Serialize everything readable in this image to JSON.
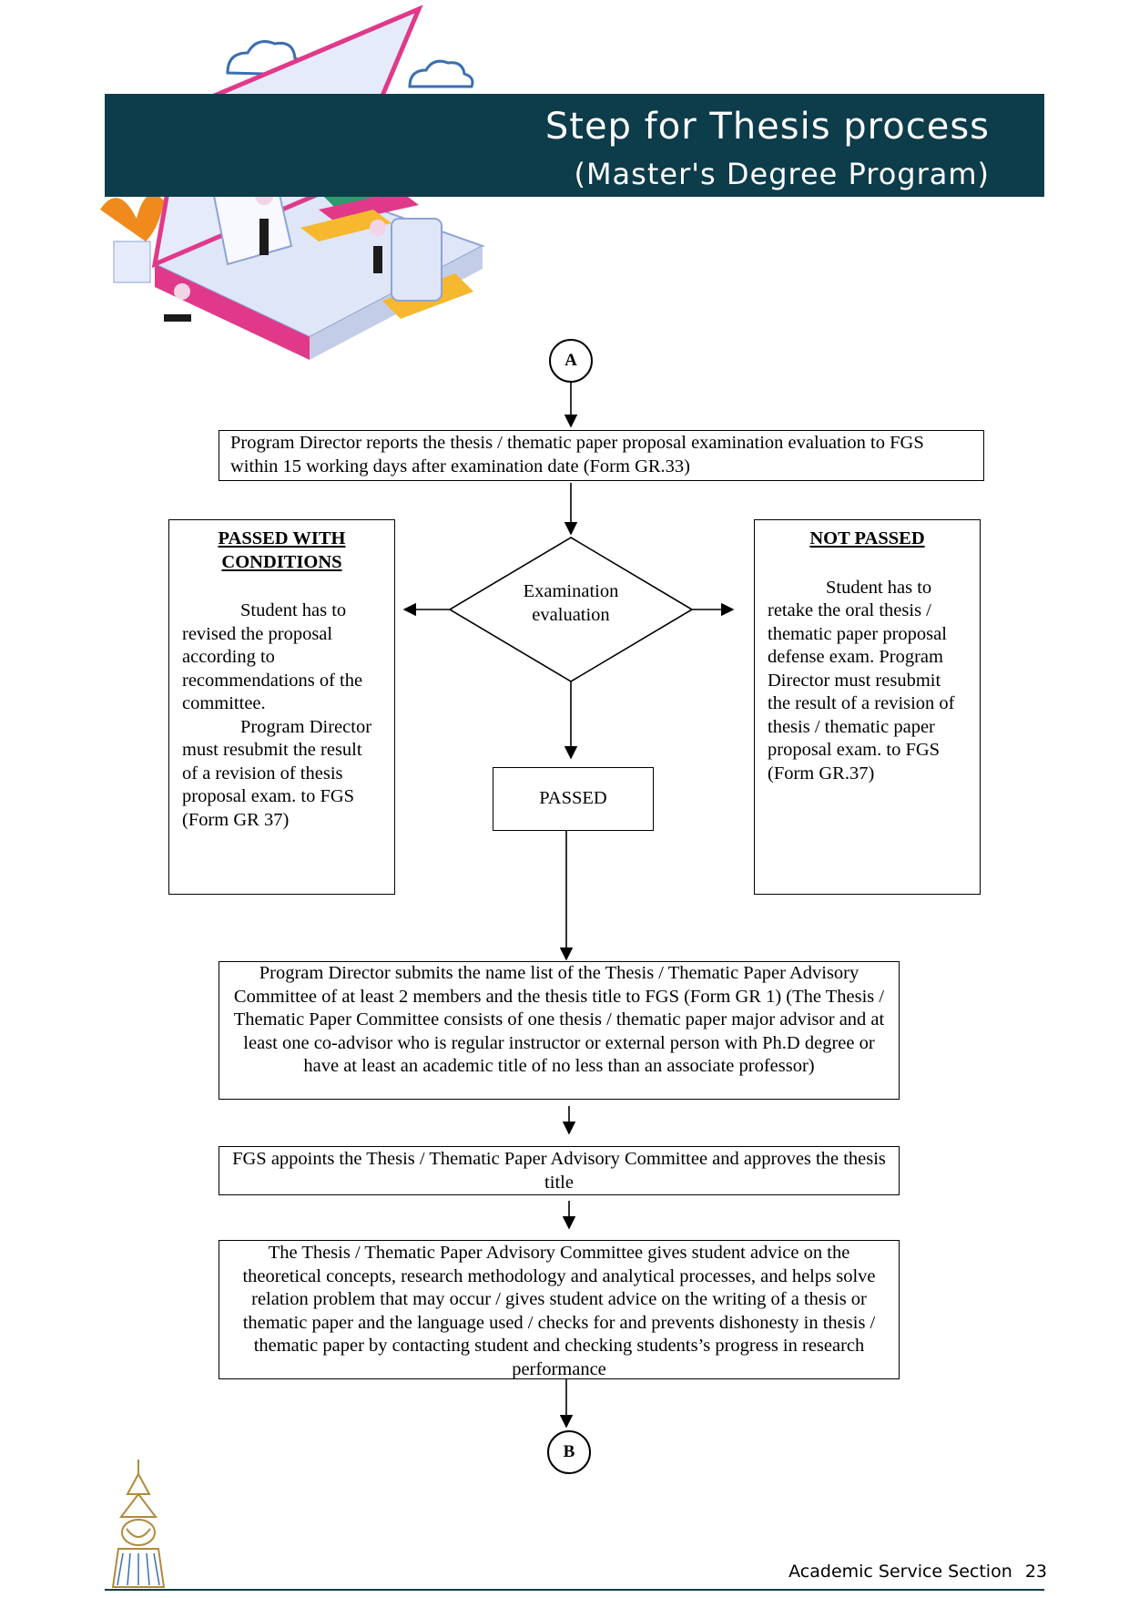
{
  "header": {
    "title_line1": "Step for Thesis process",
    "title_line2": "(Master's Degree Program)"
  },
  "connectors": {
    "start": "A",
    "end": "B"
  },
  "steps": {
    "report": "Program Director reports the thesis / thematic paper proposal examination evaluation to FGS within 15 working days after examination date (Form GR.33)",
    "decision": "Examination evaluation",
    "passed": "PASSED",
    "submit_committee": "Program Director submits the name list of the Thesis / Thematic Paper Advisory Committee of at least 2 members and the thesis title to FGS  (Form GR 1) (The Thesis / Thematic Paper Committee consists of one thesis / thematic paper major advisor and at least one  co-advisor who is regular instructor or external person with Ph.D degree or have at least an academic title of no less than an associate professor)",
    "appoint": "FGS appoints the Thesis / Thematic Paper Advisory Committee and approves the thesis title",
    "advice": "The Thesis / Thematic Paper Advisory Committee gives student advice on the theoretical  concepts, research methodology and analytical processes, and helps solve relation problem that may occur / gives student advice on the writing of a thesis or thematic paper and  the language used / checks for and prevents dishonesty in thesis / thematic paper by contacting student and checking students’s progress in research performance"
  },
  "passed_with_conditions": {
    "heading": "PASSED WITH CONDITIONS",
    "para1": "Student has to revised the proposal according to recommendations  of the committee.",
    "para2": "Program Director must resubmit the result of a revision of thesis proposal exam. to FGS (Form GR 37)"
  },
  "not_passed": {
    "heading": "NOT PASSED",
    "para1": "Student has to retake the oral  thesis / thematic paper proposal defense exam. Program Director must resubmit the result of a revision of thesis / thematic paper proposal exam. to FGS (Form GR.37)"
  },
  "footer": {
    "section": "Academic Service Section",
    "page_number": "23"
  },
  "colors": {
    "banner": "#0d3c4a",
    "accent_pink": "#e0398a",
    "accent_yellow": "#f5b82e"
  }
}
